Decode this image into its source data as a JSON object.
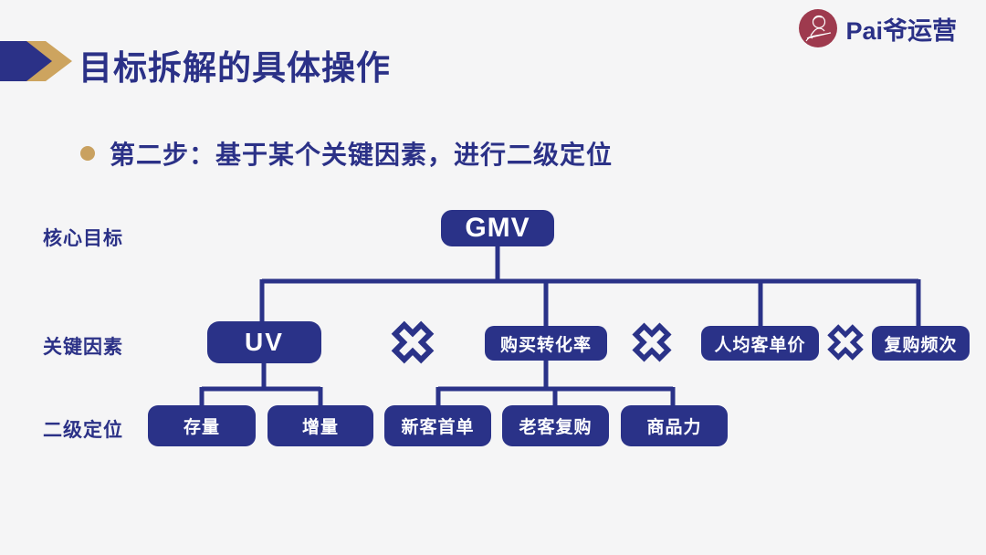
{
  "header": {
    "title": "目标拆解的具体操作",
    "brand_name": "Pai爷运营"
  },
  "step": {
    "text": "第二步：基于某个关键因素，进行二级定位"
  },
  "diagram": {
    "row_labels": [
      {
        "label": "核心目标"
      },
      {
        "label": "关键因素"
      },
      {
        "label": "二级定位"
      }
    ],
    "root": {
      "label": "GMV"
    },
    "operator_icon": "multiply",
    "factors": [
      {
        "label": "UV"
      },
      {
        "label": "购买转化率"
      },
      {
        "label": "人均客单价"
      },
      {
        "label": "复购频次"
      }
    ],
    "secondary": [
      {
        "label": "存量",
        "parent": "UV"
      },
      {
        "label": "增量",
        "parent": "UV"
      },
      {
        "label": "新客首单",
        "parent": "购买转化率"
      },
      {
        "label": "老客复购",
        "parent": "购买转化率"
      },
      {
        "label": "商品力",
        "parent": "购买转化率"
      }
    ]
  },
  "colors": {
    "navy": "#2a3288",
    "gold": "#c9a160",
    "logo_red": "#9e3a4e",
    "background": "#f5f5f6",
    "node_text": "#ffffff"
  }
}
